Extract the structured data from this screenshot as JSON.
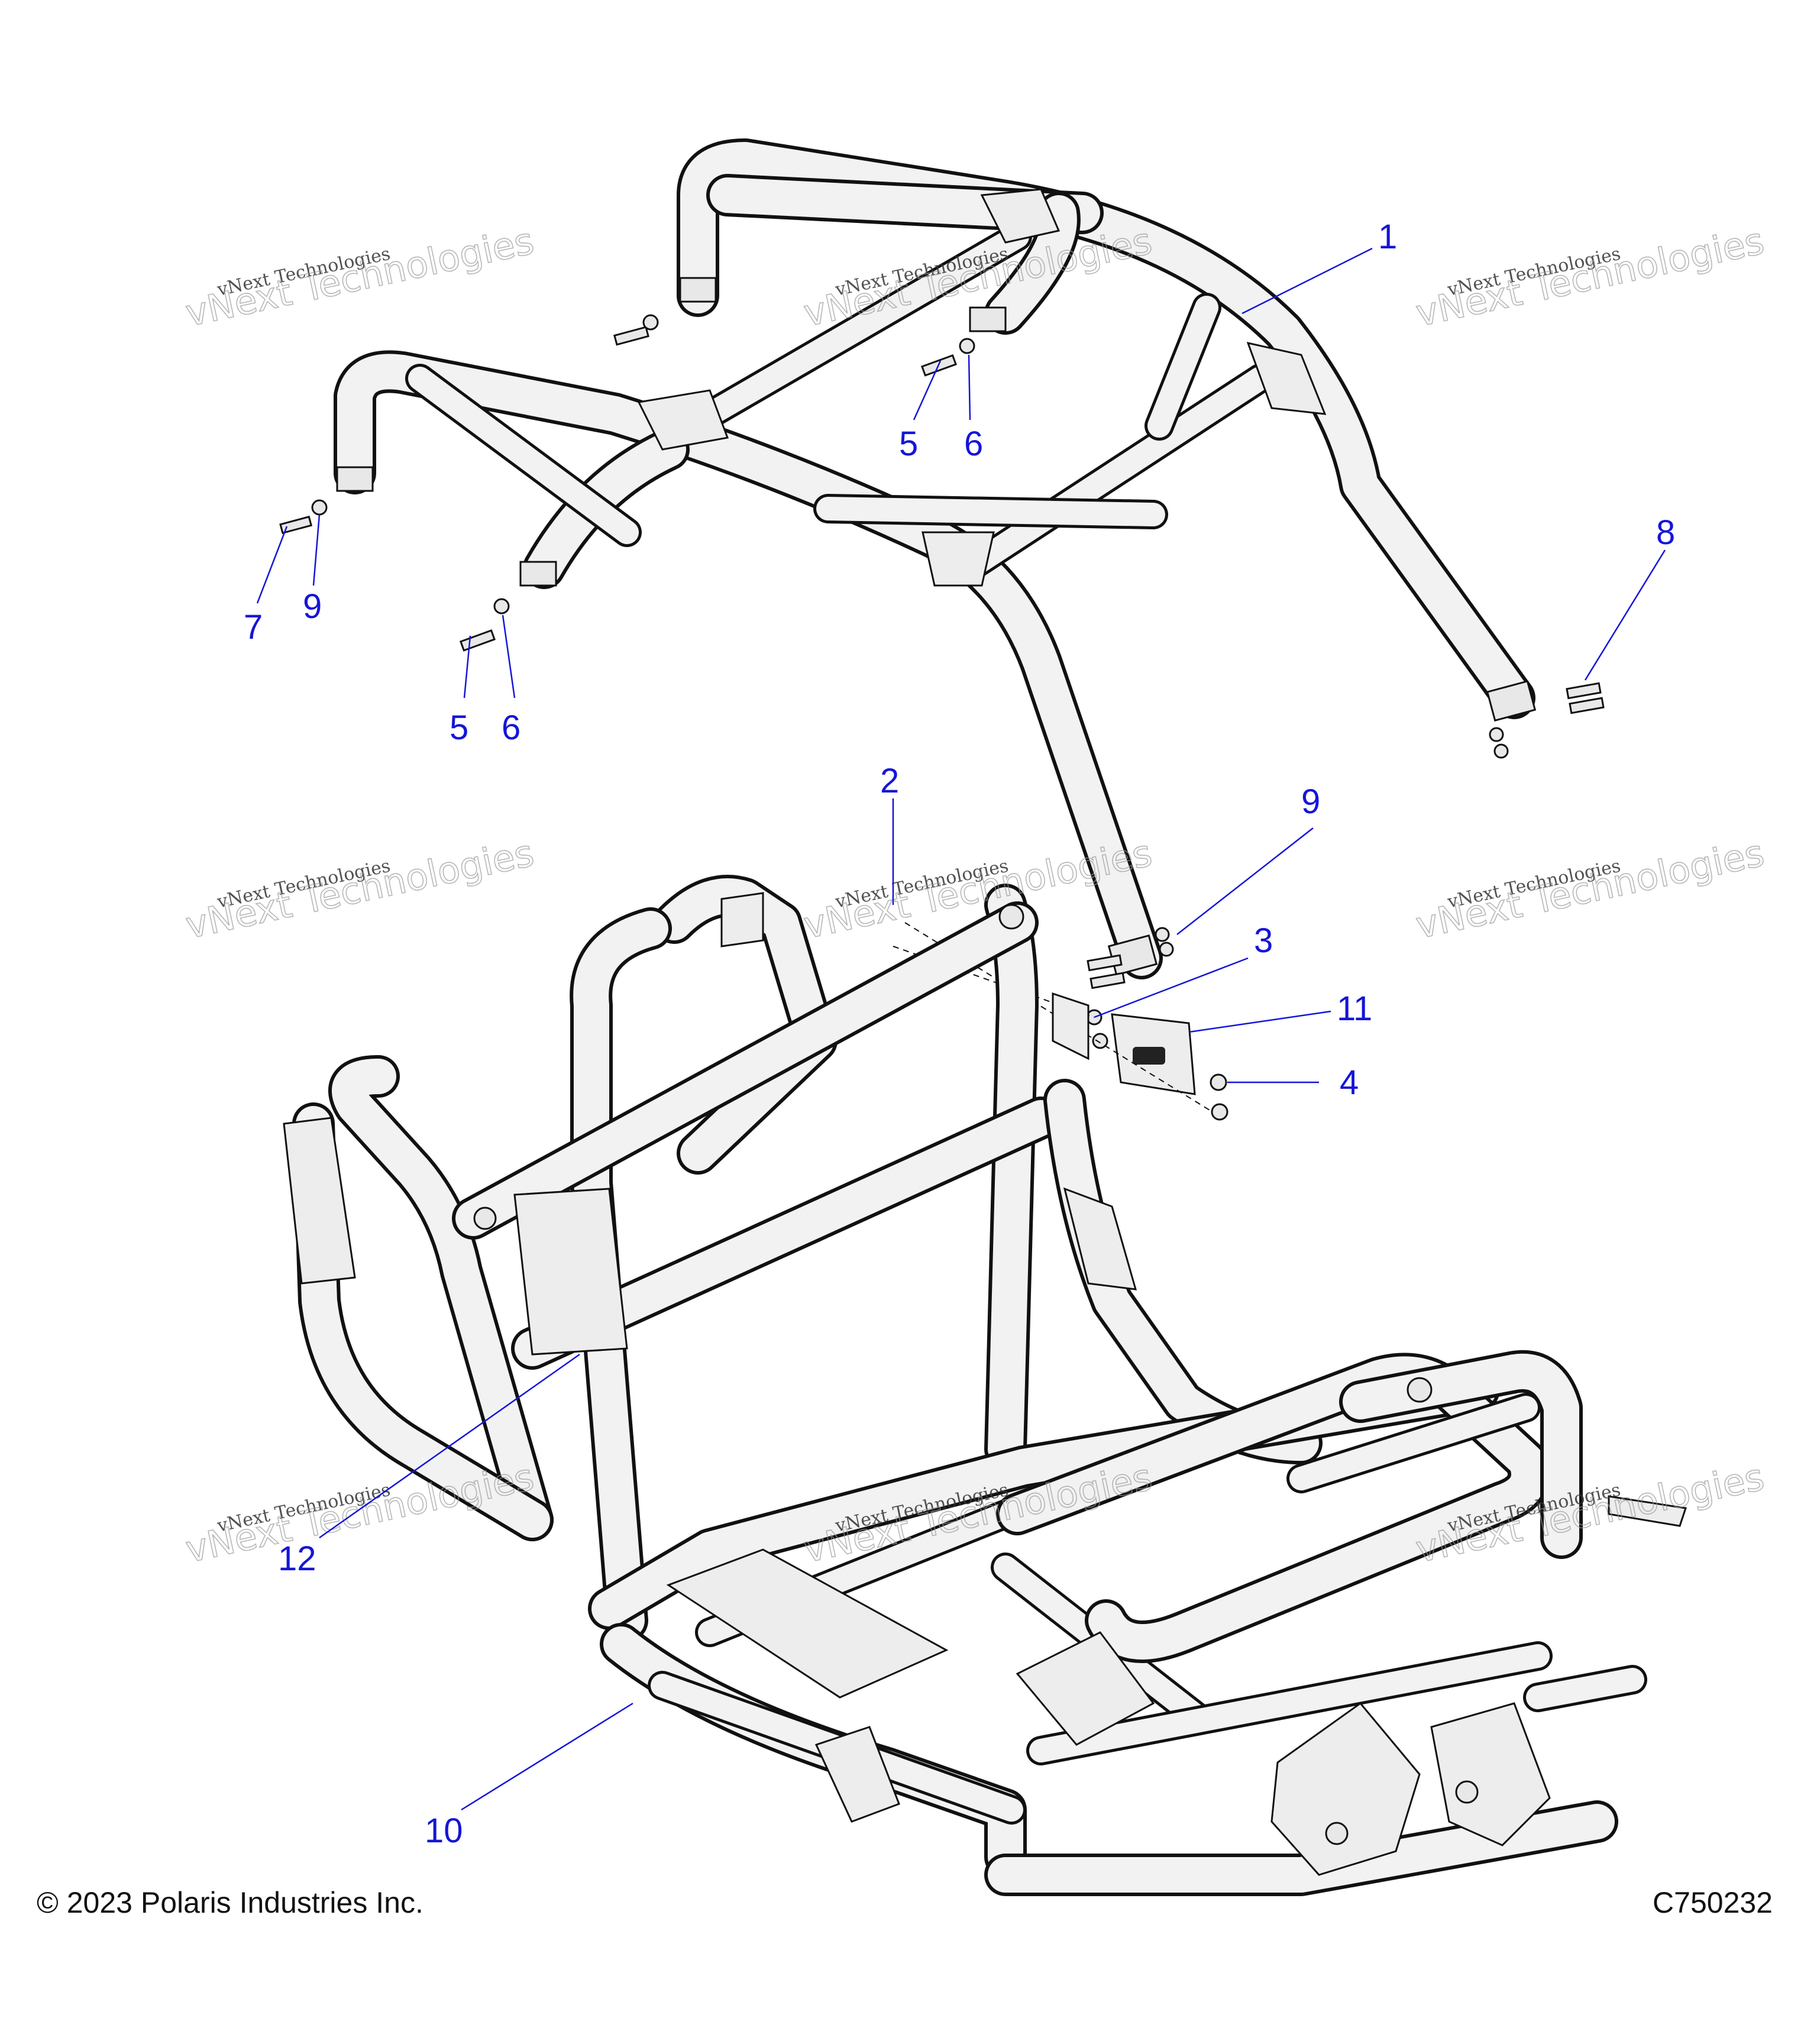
{
  "callouts": [
    {
      "id": "c1",
      "label": "1"
    },
    {
      "id": "c2",
      "label": "2"
    },
    {
      "id": "c3",
      "label": "3"
    },
    {
      "id": "c4",
      "label": "4"
    },
    {
      "id": "c5a",
      "label": "5"
    },
    {
      "id": "c6a",
      "label": "6"
    },
    {
      "id": "c5b",
      "label": "5"
    },
    {
      "id": "c6b",
      "label": "6"
    },
    {
      "id": "c7",
      "label": "7"
    },
    {
      "id": "c8",
      "label": "8"
    },
    {
      "id": "c9a",
      "label": "9"
    },
    {
      "id": "c9b",
      "label": "9"
    },
    {
      "id": "c10",
      "label": "10"
    },
    {
      "id": "c11",
      "label": "11"
    },
    {
      "id": "c12",
      "label": "12"
    }
  ],
  "watermark": {
    "small_text": "vNext Technologies",
    "big_text": "vNext Technologies"
  },
  "footer": {
    "copyright": "© 2023 Polaris Industries Inc.",
    "drawing_id": "C750232"
  },
  "colors": {
    "callout": "#1515d8",
    "line_art": "#111111",
    "fill": "#f2f2f2"
  }
}
